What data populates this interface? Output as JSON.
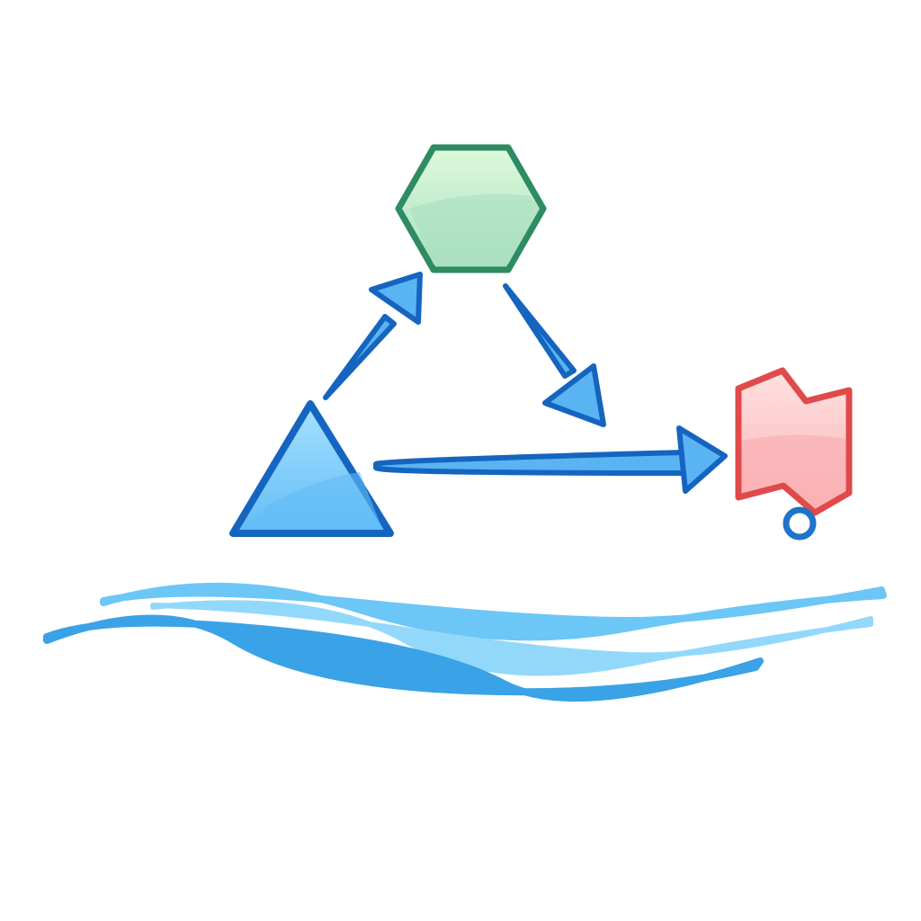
{
  "diagram": {
    "nodes": [
      {
        "id": "triangle",
        "icon": "triangle-icon",
        "stroke": "#1565c0",
        "fill_top": "#a6e0ff",
        "fill_bottom": "#62bdf6"
      },
      {
        "id": "hexagon",
        "icon": "hexagon-icon",
        "stroke": "#2e8b63",
        "fill_top": "#ddfadb",
        "fill_bottom": "#a9dfc0"
      },
      {
        "id": "flag",
        "icon": "flag-icon",
        "stroke": "#e04a4a",
        "fill_top": "#ffe1e1",
        "fill_bottom": "#f9b1b4"
      }
    ],
    "edges": [
      {
        "from": "triangle",
        "to": "hexagon"
      },
      {
        "from": "hexagon",
        "to": "flag"
      },
      {
        "from": "triangle",
        "to": "flag"
      }
    ],
    "arrow_stroke": "#1565c0",
    "arrow_fill": "#5ab4f2",
    "ring_color": "#1e74c8",
    "wave_colors": [
      "#6cc6f6",
      "#92d8fa",
      "#3aa2e6"
    ]
  }
}
